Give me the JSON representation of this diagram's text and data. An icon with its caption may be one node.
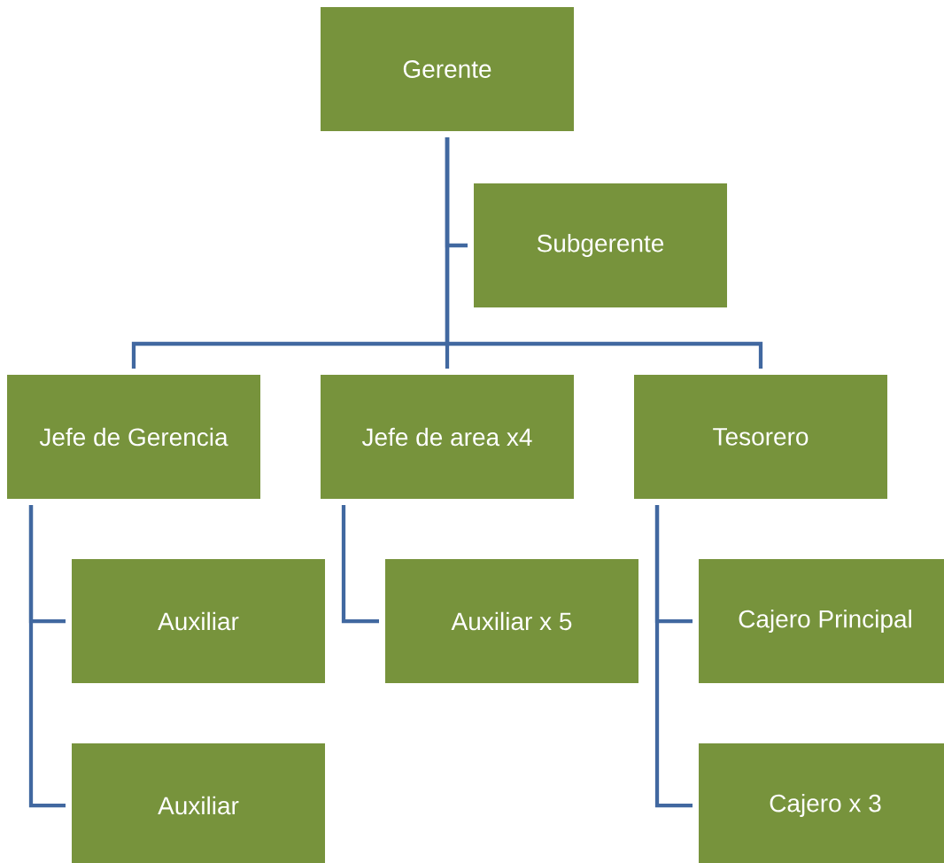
{
  "diagram": {
    "nodes": [
      {
        "text": [
          "Gerente"
        ]
      },
      {
        "text": [
          "Subgerente"
        ]
      },
      {
        "text": [
          "Jefe de Gerencia"
        ]
      },
      {
        "text": [
          "Jefe de area x4"
        ]
      },
      {
        "text": [
          "Tesorero"
        ]
      },
      {
        "text": [
          "Auxiliar"
        ]
      },
      {
        "text": [
          "Auxiliar"
        ]
      },
      {
        "text": [
          "Auxiliar x 5"
        ]
      },
      {
        "text": [
          "Cajero Principal"
        ]
      },
      {
        "text": [
          "Cajero x 3"
        ]
      }
    ],
    "edges": [
      {
        "from": 0,
        "to": 1,
        "arrow": "none"
      },
      {
        "from": 0,
        "to": 2,
        "arrow": "none"
      },
      {
        "from": 0,
        "to": 3,
        "arrow": "none"
      },
      {
        "from": 0,
        "to": 4,
        "arrow": "none"
      },
      {
        "from": 2,
        "to": 5,
        "arrow": "none"
      },
      {
        "from": 2,
        "to": 6,
        "arrow": "none"
      },
      {
        "from": 3,
        "to": 7,
        "arrow": "none"
      },
      {
        "from": 4,
        "to": 8,
        "arrow": "none"
      },
      {
        "from": 4,
        "to": 9,
        "arrow": "none"
      }
    ]
  }
}
